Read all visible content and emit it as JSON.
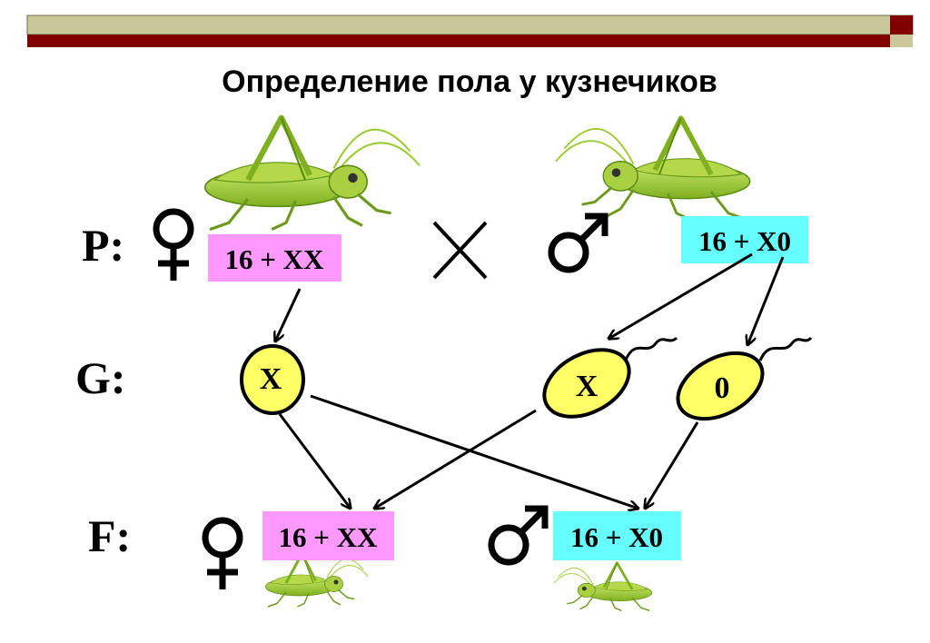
{
  "title": "Определение пола у кузнечиков",
  "rows": {
    "p": "P:",
    "g": "G:",
    "f": "F:"
  },
  "parents": {
    "female_genotype": "16 + XX",
    "male_genotype": "16 + X0"
  },
  "gametes": {
    "female_x": "X",
    "male_x": "X",
    "male_0": "0"
  },
  "offspring": {
    "female_genotype": "16 + XX",
    "male_genotype": "16 + X0"
  },
  "icons": [
    "female-symbol-icon",
    "male-symbol-icon",
    "cross-icon",
    "grasshopper-icon"
  ],
  "colors": {
    "female_box": "#ff99ff",
    "male_box": "#66ffff",
    "gamete_fill": "#ffff66",
    "header_bar": "#800000",
    "header_stripe": "#c8c89a",
    "insect_green": "#9acd32"
  }
}
